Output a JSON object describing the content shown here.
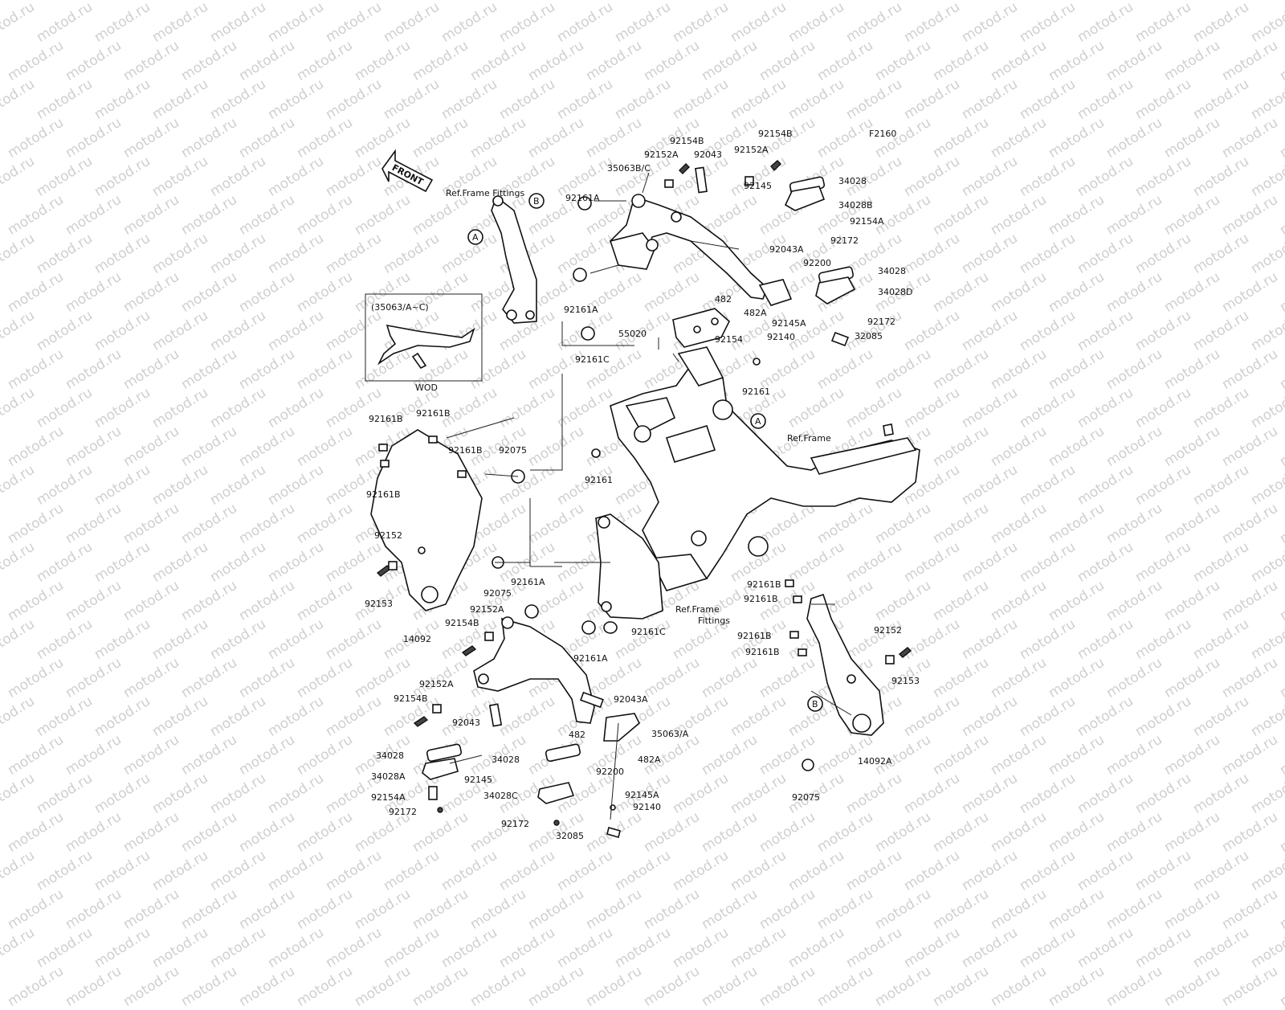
{
  "watermark": "motod.ru",
  "figure_code": "F2160",
  "front_label": "FRONT",
  "inset": {
    "title": "(35063/A~C)",
    "caption": "WOD"
  },
  "callouts": {
    "a": "A",
    "b": "B"
  },
  "refs": {
    "frame_fittings_top": "Ref.Frame Fittings",
    "frame": "Ref.Frame",
    "frame_fittings_mid_1": "Ref.Frame",
    "frame_fittings_mid_2": "Fittings"
  },
  "labels": [
    {
      "id": "l1",
      "text": "92154B"
    },
    {
      "id": "l2",
      "text": "92154B"
    },
    {
      "id": "l3",
      "text": "92152A"
    },
    {
      "id": "l4",
      "text": "92043"
    },
    {
      "id": "l5",
      "text": "92152A"
    },
    {
      "id": "l6",
      "text": "35063B/C"
    },
    {
      "id": "l7",
      "text": "34028"
    },
    {
      "id": "l8",
      "text": "34028B"
    },
    {
      "id": "l9",
      "text": "92154A"
    },
    {
      "id": "l10",
      "text": "92161A"
    },
    {
      "id": "l11",
      "text": "92145"
    },
    {
      "id": "l12",
      "text": "92172"
    },
    {
      "id": "l13",
      "text": "92043A"
    },
    {
      "id": "l14",
      "text": "92200"
    },
    {
      "id": "l15",
      "text": "34028"
    },
    {
      "id": "l16",
      "text": "34028D"
    },
    {
      "id": "l17",
      "text": "482"
    },
    {
      "id": "l18",
      "text": "92161A"
    },
    {
      "id": "l19",
      "text": "482A"
    },
    {
      "id": "l20",
      "text": "92172"
    },
    {
      "id": "l21",
      "text": "92145A"
    },
    {
      "id": "l22",
      "text": "55020"
    },
    {
      "id": "l23",
      "text": "92154"
    },
    {
      "id": "l24",
      "text": "92140"
    },
    {
      "id": "l25",
      "text": "32085"
    },
    {
      "id": "l26",
      "text": "92161C"
    },
    {
      "id": "l27",
      "text": "92161"
    },
    {
      "id": "l28",
      "text": "92161B"
    },
    {
      "id": "l29",
      "text": "92161B"
    },
    {
      "id": "l30",
      "text": "92161B"
    },
    {
      "id": "l31",
      "text": "92075"
    },
    {
      "id": "l32",
      "text": "92161B"
    },
    {
      "id": "l33",
      "text": "92161"
    },
    {
      "id": "l34",
      "text": "92152"
    },
    {
      "id": "l35",
      "text": "92075"
    },
    {
      "id": "l36",
      "text": "92161A"
    },
    {
      "id": "l37",
      "text": "92153"
    },
    {
      "id": "l38",
      "text": "92152A"
    },
    {
      "id": "l39",
      "text": "92154B"
    },
    {
      "id": "l40",
      "text": "92161C"
    },
    {
      "id": "l41",
      "text": "14092"
    },
    {
      "id": "l42",
      "text": "92161A"
    },
    {
      "id": "l43",
      "text": "92161B"
    },
    {
      "id": "l44",
      "text": "92161B"
    },
    {
      "id": "l45",
      "text": "92161B"
    },
    {
      "id": "l46",
      "text": "92161B"
    },
    {
      "id": "l47",
      "text": "92152"
    },
    {
      "id": "l48",
      "text": "92153"
    },
    {
      "id": "l49",
      "text": "92152A"
    },
    {
      "id": "l50",
      "text": "92154B"
    },
    {
      "id": "l51",
      "text": "92043A"
    },
    {
      "id": "l52",
      "text": "92043"
    },
    {
      "id": "l53",
      "text": "482"
    },
    {
      "id": "l54",
      "text": "35063/A"
    },
    {
      "id": "l55",
      "text": "34028"
    },
    {
      "id": "l56",
      "text": "34028"
    },
    {
      "id": "l57",
      "text": "482A"
    },
    {
      "id": "l58",
      "text": "34028A"
    },
    {
      "id": "l59",
      "text": "92145"
    },
    {
      "id": "l60",
      "text": "92200"
    },
    {
      "id": "l61",
      "text": "92154A"
    },
    {
      "id": "l62",
      "text": "34028C"
    },
    {
      "id": "l63",
      "text": "92145A"
    },
    {
      "id": "l64",
      "text": "92172"
    },
    {
      "id": "l65",
      "text": "92140"
    },
    {
      "id": "l66",
      "text": "92172"
    },
    {
      "id": "l67",
      "text": "32085"
    },
    {
      "id": "l68",
      "text": "14092A"
    },
    {
      "id": "l69",
      "text": "92075"
    }
  ]
}
